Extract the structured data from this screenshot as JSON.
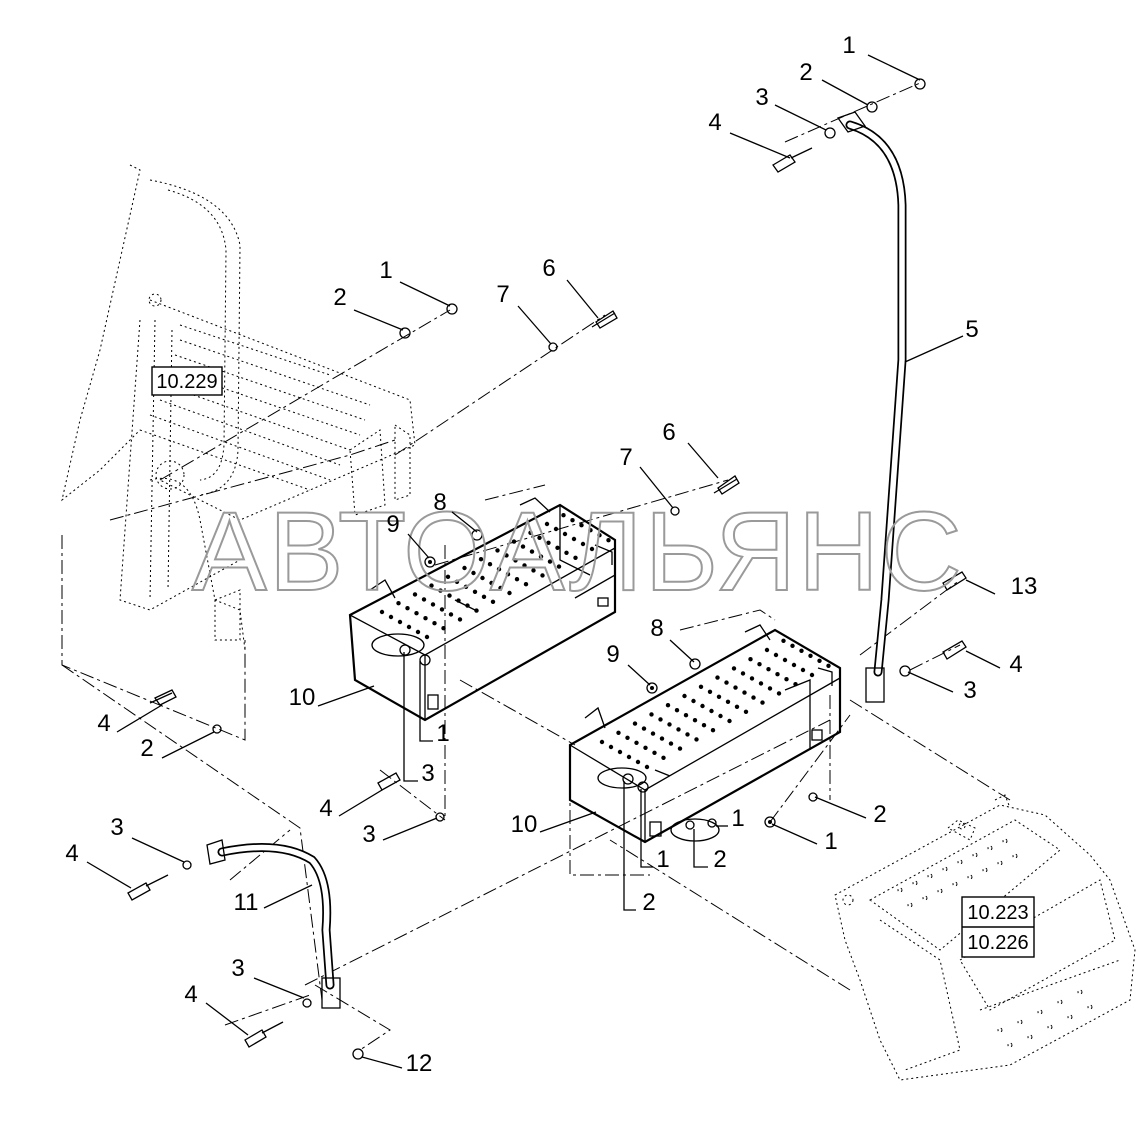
{
  "references": {
    "left": "10.229",
    "right_top": "10.223",
    "right_bottom": "10.226"
  },
  "watermark": "АВТОАЛЬЯНС",
  "callouts": [
    {
      "id": "c1a",
      "label": "1"
    },
    {
      "id": "c2a",
      "label": "2"
    },
    {
      "id": "c3a",
      "label": "3"
    },
    {
      "id": "c4a",
      "label": "4"
    },
    {
      "id": "c5",
      "label": "5"
    },
    {
      "id": "c1b",
      "label": "1"
    },
    {
      "id": "c2b",
      "label": "2"
    },
    {
      "id": "c7a",
      "label": "7"
    },
    {
      "id": "c6a",
      "label": "6"
    },
    {
      "id": "c6b",
      "label": "6"
    },
    {
      "id": "c7b",
      "label": "7"
    },
    {
      "id": "c8a",
      "label": "8"
    },
    {
      "id": "c9a",
      "label": "9"
    },
    {
      "id": "c13",
      "label": "13"
    },
    {
      "id": "c8b",
      "label": "8"
    },
    {
      "id": "c9b",
      "label": "9"
    },
    {
      "id": "c4b",
      "label": "4"
    },
    {
      "id": "c3b",
      "label": "3"
    },
    {
      "id": "c10a",
      "label": "10"
    },
    {
      "id": "c1c",
      "label": "1"
    },
    {
      "id": "c4c",
      "label": "4"
    },
    {
      "id": "c2c",
      "label": "2"
    },
    {
      "id": "c3c",
      "label": "3"
    },
    {
      "id": "c4d",
      "label": "4"
    },
    {
      "id": "c3d",
      "label": "3"
    },
    {
      "id": "c10b",
      "label": "10"
    },
    {
      "id": "c1d",
      "label": "1"
    },
    {
      "id": "c2d",
      "label": "2"
    },
    {
      "id": "c1e",
      "label": "1"
    },
    {
      "id": "c2e",
      "label": "2"
    },
    {
      "id": "c1f",
      "label": "1"
    },
    {
      "id": "c2f",
      "label": "2"
    },
    {
      "id": "c3e",
      "label": "3"
    },
    {
      "id": "c4e",
      "label": "4"
    },
    {
      "id": "c11",
      "label": "11"
    },
    {
      "id": "c3f",
      "label": "3"
    },
    {
      "id": "c4f",
      "label": "4"
    },
    {
      "id": "c12",
      "label": "12"
    }
  ]
}
